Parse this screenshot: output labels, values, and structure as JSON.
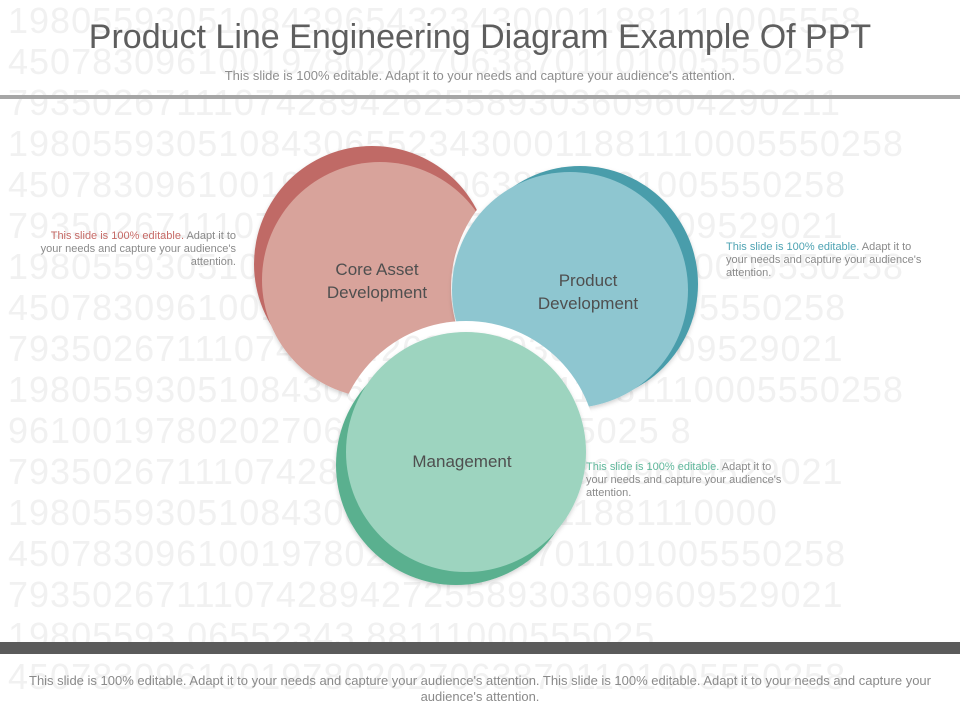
{
  "background_numbers": [
    "19805593051084396543234300011881110005558",
    "4507830961001978020270638701101005550258",
    "7935026711107428942625589303609604290211",
    "1980559305108430655234300011881110005550258",
    "4507830961001978020270638701101005550258",
    "7935026711107428942625589303609609529021",
    "1980559305108430655234300011881110005550258",
    "4507830961001978020270638701101005550258",
    "7935026711107428942625589303609609529021",
    "1980559305108430655234300011881110005550258",
    "9610019780202706387010100555025 8",
    "7935026711107428942625589303609609529021",
    "1980559305108430655234300011881110000",
    "4507830961001978020270638701101005550258",
    "7935026711107428942725589303609609529021",
    "19805593     06552343     88111000555025",
    "4507830961001978020270638701101005550258"
  ],
  "header": {
    "title": "Product Line Engineering Diagram Example Of PPT",
    "subtitle": "This slide is 100% editable. Adapt it to your needs and capture your audience's attention."
  },
  "diagram": {
    "petals": [
      {
        "id": "core-asset",
        "label_lines": [
          "Core Asset",
          "Development"
        ],
        "face_color": "#d8a39b",
        "shadow_color": "#c06a66"
      },
      {
        "id": "product",
        "label_lines": [
          "Product",
          "Development"
        ],
        "face_color": "#8ec6d0",
        "shadow_color": "#4a9dab"
      },
      {
        "id": "management",
        "label_lines": [
          "Management"
        ],
        "face_color": "#9dd4bf",
        "shadow_color": "#5ab08f"
      }
    ]
  },
  "notes": {
    "left": {
      "highlight": "This slide is 100% editable.",
      "text": " Adapt it to your needs and capture your audience's attention."
    },
    "right": {
      "highlight": "This slide is 100% editable.",
      "text": " Adapt it to your needs and capture your audience's attention."
    },
    "bottom": {
      "highlight": "This slide is 100% editable.",
      "text": " Adapt it to your needs and capture your audience's attention."
    }
  },
  "footer": {
    "text": "This slide is 100% editable. Adapt it to your needs and capture your audience's attention. This slide is 100% editable. Adapt it to your needs and capture your audience's attention."
  }
}
